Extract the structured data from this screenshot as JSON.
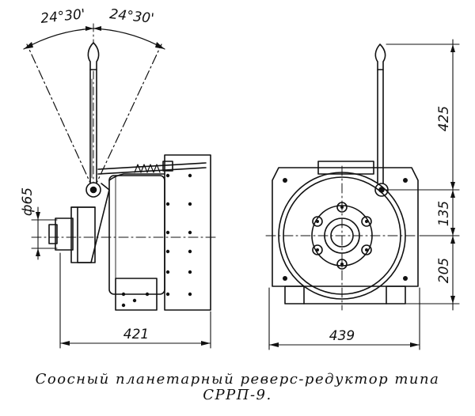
{
  "figure": {
    "angle_left": "24°30'",
    "angle_right": "24°30'",
    "dim_diameter": "ф65",
    "dim_length_left": "421",
    "dim_width_right": "439",
    "dim_height_top": "425",
    "dim_height_mid": "135",
    "dim_height_bottom": "205"
  },
  "caption": {
    "line1": "Соосный планетарный реверс-редуктор типа",
    "line2": "СРРП-9."
  }
}
